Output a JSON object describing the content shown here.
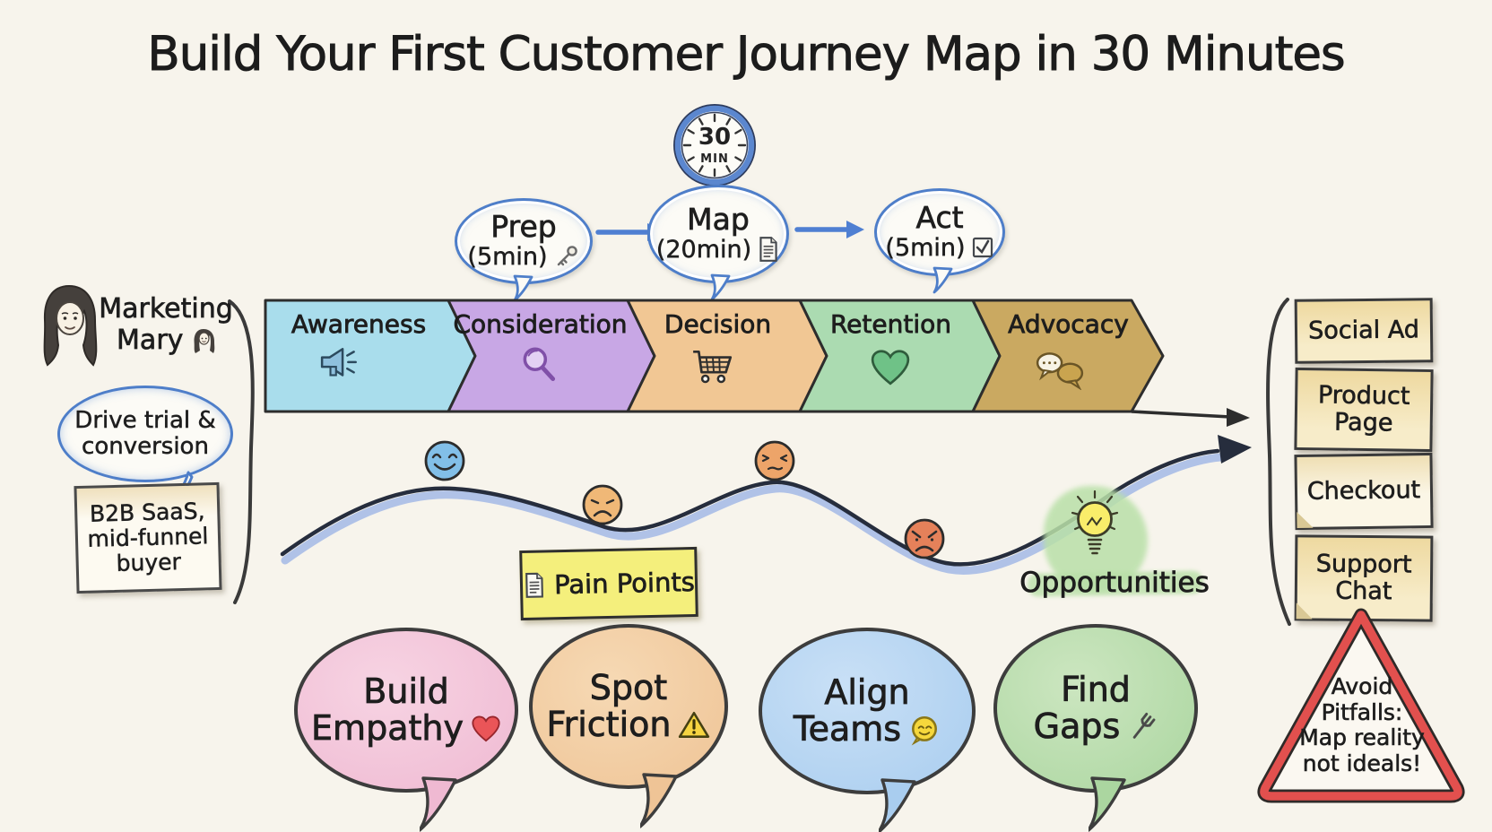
{
  "title": "Build Your First Customer Journey Map in 30 Minutes",
  "timer": {
    "minutes": "30",
    "unit": "MIN"
  },
  "phases": [
    {
      "label": "Prep",
      "duration": "(5min)",
      "icon": "key-icon"
    },
    {
      "label": "Map",
      "duration": "(20min)",
      "icon": "document-icon"
    },
    {
      "label": "Act",
      "duration": "(5min)",
      "icon": "checklist-icon"
    }
  ],
  "persona": {
    "name": "Marketing Mary",
    "goal": "Drive trial & conversion",
    "profile": "B2B SaaS, mid-funnel buyer"
  },
  "stages": [
    {
      "label": "Awareness",
      "icon": "megaphone-icon",
      "color": "#a9ddec"
    },
    {
      "label": "Consideration",
      "icon": "magnifier-icon",
      "color": "#c8a7e5"
    },
    {
      "label": "Decision",
      "icon": "cart-icon",
      "color": "#f1c794"
    },
    {
      "label": "Retention",
      "icon": "heart-icon",
      "color": "#abdbb1"
    },
    {
      "label": "Advocacy",
      "icon": "chat-icon",
      "color": "#caa961"
    }
  ],
  "emotion_curve": {
    "moods": [
      "happy",
      "sad",
      "annoyed",
      "angry"
    ]
  },
  "annotations": {
    "pain_points": "Pain Points",
    "opportunities": "Opportunities"
  },
  "touchpoints": [
    "Social Ad",
    "Product Page",
    "Checkout",
    "Support Chat"
  ],
  "benefits": [
    {
      "line1": "Build",
      "line2": "Empathy",
      "icon": "heart-icon",
      "color": "#f4c5da"
    },
    {
      "line1": "Spot",
      "line2": "Friction",
      "icon": "warning-icon",
      "color": "#f3cda2"
    },
    {
      "line1": "Align",
      "line2": "Teams",
      "icon": "smiley-icon",
      "color": "#b8d8f3"
    },
    {
      "line1": "Find",
      "line2": "Gaps",
      "icon": "fork-icon",
      "color": "#b9ddb0"
    }
  ],
  "warning": {
    "lines": [
      "Avoid",
      "Pitfalls:",
      "Map reality",
      "not ideals!"
    ]
  },
  "colors": {
    "accent_blue": "#4f7fd2",
    "curve_dark": "#262d3d",
    "pain_note": "#f4ef7c",
    "touchpoint_note": "#f3e2a8",
    "warning_red": "#e2504e"
  }
}
